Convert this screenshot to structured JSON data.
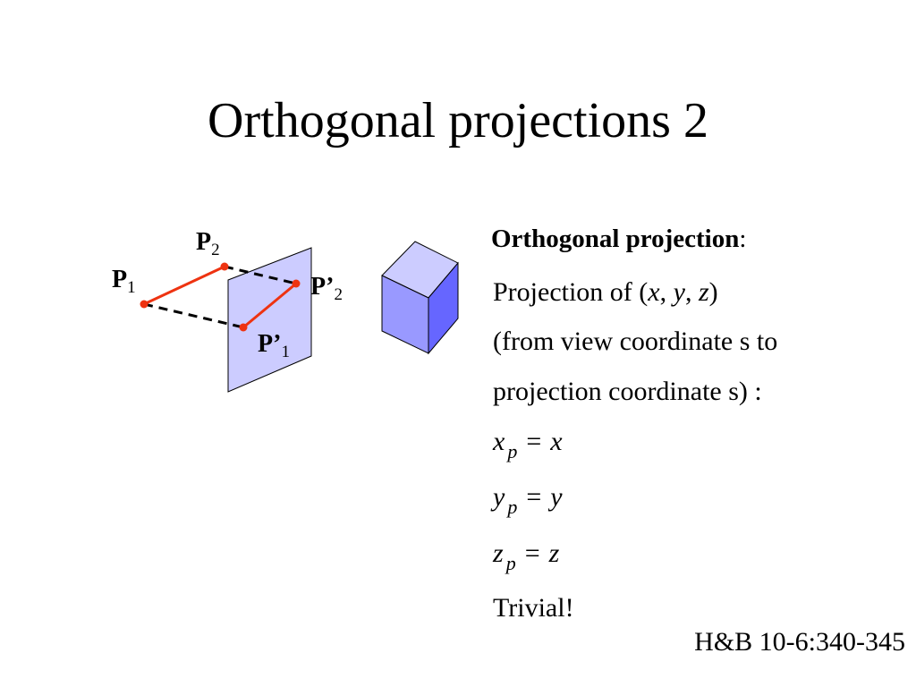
{
  "slide": {
    "title": "Orthogonal projections 2",
    "reference": "H&B 10-6:340-345"
  },
  "diagram": {
    "labels": {
      "p1": "P",
      "p1_sub": "1",
      "p2": "P",
      "p2_sub": "2",
      "p1_prime": "P’",
      "p1_prime_sub": "1",
      "p2_prime": "P’",
      "p2_prime_sub": "2"
    },
    "colors": {
      "plane_fill": "#ccccff",
      "segment": "#ee3311",
      "cube_top": "#ccccff",
      "cube_front": "#9999ff",
      "cube_side": "#6666ff"
    }
  },
  "text": {
    "heading_bold": "Orthogonal projection",
    "heading_colon": ":",
    "line1_prefix": "Projection of (",
    "line1_x": "x",
    "line1_y": "y",
    "line1_z": "z",
    "line1_sep": ", ",
    "line1_suffix": ")",
    "line2": "(from view coordinate s to",
    "line3": "projection coordinate s) :",
    "eq1_lhs": "x",
    "eq1_sub": "p",
    "eq1_op": "=",
    "eq1_rhs": "x",
    "eq2_lhs": "y",
    "eq2_sub": "p",
    "eq2_op": "=",
    "eq2_rhs": "y",
    "eq3_lhs": "z",
    "eq3_sub": "p",
    "eq3_op": "=",
    "eq3_rhs": "z",
    "trivial": "Trivial!"
  }
}
